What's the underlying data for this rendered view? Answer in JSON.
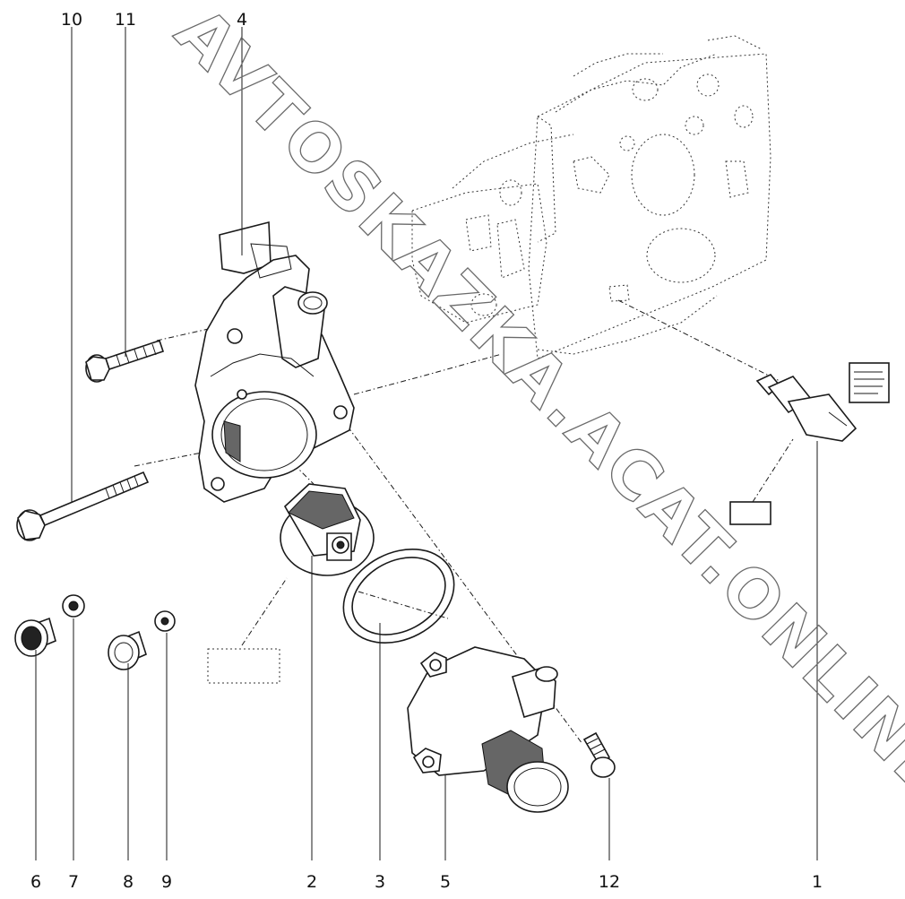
{
  "watermark": "AVTOSKAZKA.ACAT.ONLINE",
  "callouts": [
    "10",
    "11",
    "4",
    "6",
    "7",
    "8",
    "9",
    "2",
    "3",
    "5",
    "12",
    "1"
  ],
  "colors": {
    "line": "#1a1a1a",
    "watermark": "#6a6a6a",
    "background": "#ffffff"
  }
}
